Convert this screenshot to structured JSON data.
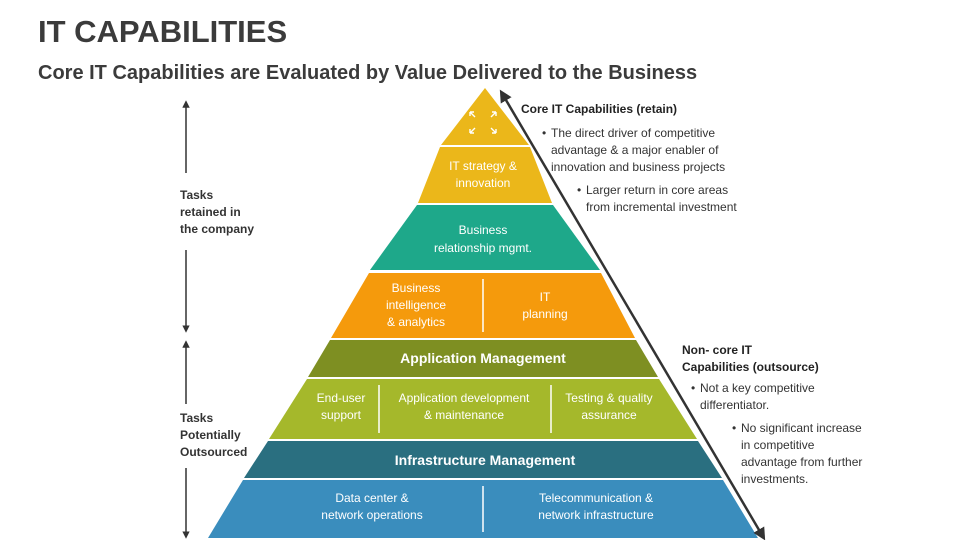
{
  "title": "IT CAPABILITIES",
  "subtitle": "Core IT Capabilities are Evaluated by Value Delivered to the Business",
  "colors": {
    "yellow": "#EBB71A",
    "teal": "#1EA88A",
    "orange": "#F59A0C",
    "olive": "#7E8F22",
    "lime": "#A5B82B",
    "dark_teal": "#2A6F80",
    "blue": "#3A8DBD",
    "arrow": "#333333"
  },
  "pyramid": {
    "top_icon": "expand-arrows-icon",
    "tier2": [
      "IT strategy &",
      "innovation"
    ],
    "tier3": [
      "Business",
      "relationship mgmt."
    ],
    "tier4_left": [
      "Business",
      "intelligence",
      "& analytics"
    ],
    "tier4_right": [
      "IT",
      "planning"
    ],
    "application_management": "Application Management",
    "app_cells": [
      [
        "End-user",
        "support"
      ],
      [
        "Application development",
        "& maintenance"
      ],
      [
        "Testing & quality",
        "assurance"
      ]
    ],
    "infrastructure_management": "Infrastructure Management",
    "infra_cells": [
      [
        "Data center &",
        "network operations"
      ],
      [
        "Telecommunication &",
        "network infrastructure"
      ]
    ]
  },
  "left_labels": {
    "retained": [
      "Tasks",
      "retained in",
      "the company"
    ],
    "outsourced": [
      "Tasks",
      "Potentially",
      "Outsourced"
    ]
  },
  "right_notes": {
    "core_heading": "Core IT Capabilities (retain)",
    "core_bullets": [
      [
        "The direct driver of competitive",
        "advantage & a major enabler of",
        "innovation and business projects"
      ],
      [
        "Larger return in core areas",
        "from incremental investment"
      ]
    ],
    "noncore_heading": [
      "Non- core IT",
      "Capabilities (outsource)"
    ],
    "noncore_bullets": [
      [
        "Not a key competitive",
        "differentiator."
      ],
      [
        "No significant increase",
        "in competitive",
        "advantage from further",
        "investments."
      ]
    ]
  }
}
